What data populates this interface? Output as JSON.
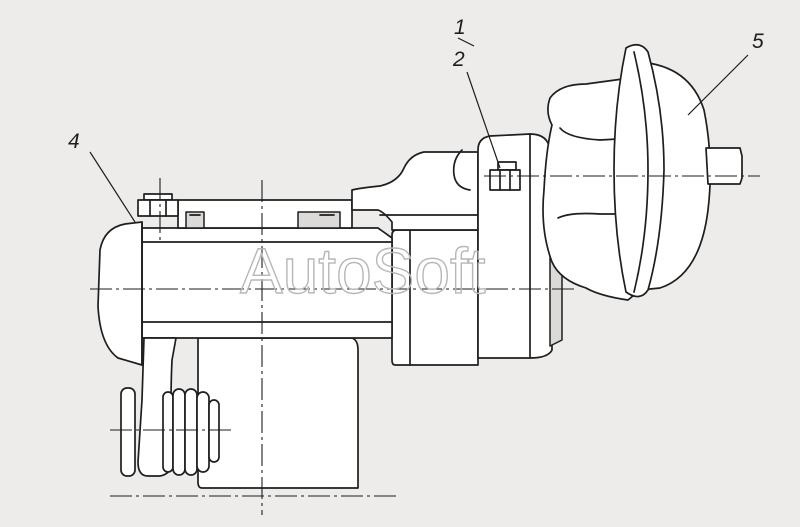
{
  "callouts": [
    {
      "label": "1"
    },
    {
      "label": "2"
    },
    {
      "label": "4"
    },
    {
      "label": "5"
    }
  ],
  "watermark": "AutoSoft",
  "colors": {
    "background": "#eeecea",
    "line": "#1e1e1e",
    "fill": "#ffffff",
    "watermark": "#b9b7b5"
  }
}
